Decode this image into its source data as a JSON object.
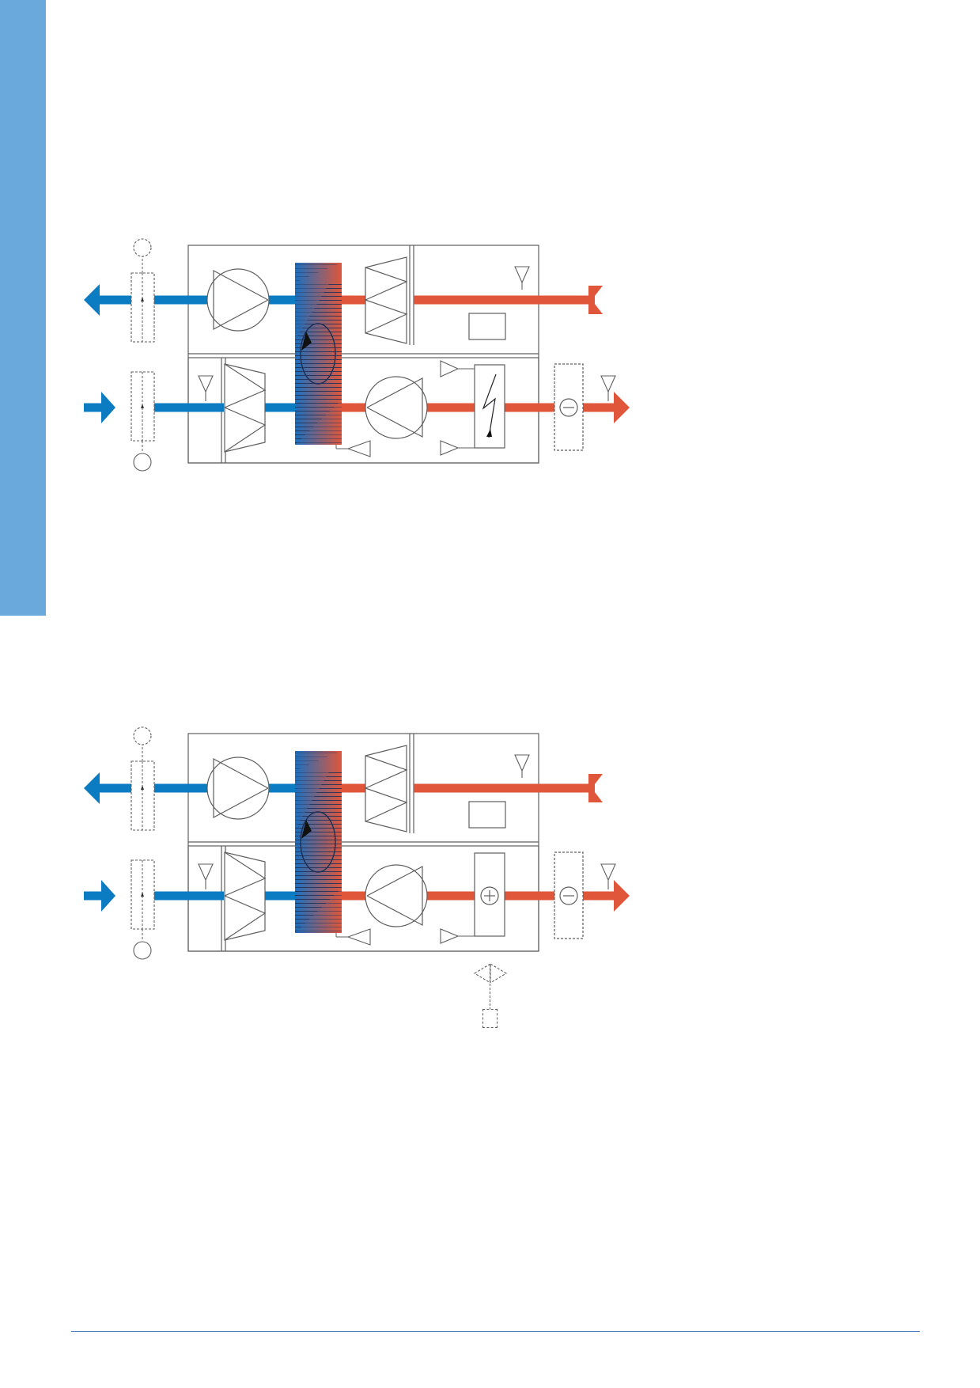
{
  "colors": {
    "side_tab": "#6aa9dc",
    "cold_air": "#0b7cc1",
    "warm_air": "#e0563a",
    "outline": "#5f5f5f",
    "footer_rule": "#4a78b8"
  },
  "icons": [
    "fan-icon",
    "filter-icon",
    "rotary-heat-exchanger-icon",
    "damper-icon",
    "electric-heater-icon",
    "water-heater-icon",
    "cooler-icon",
    "pressure-sensor-icon",
    "temperature-sensor-icon",
    "actuator-icon",
    "control-valve-icon"
  ],
  "diagrams": [
    {
      "id": "electric-heater-variant",
      "heater": "electric",
      "valve": false
    },
    {
      "id": "water-heater-variant",
      "heater": "water",
      "valve": true
    }
  ]
}
